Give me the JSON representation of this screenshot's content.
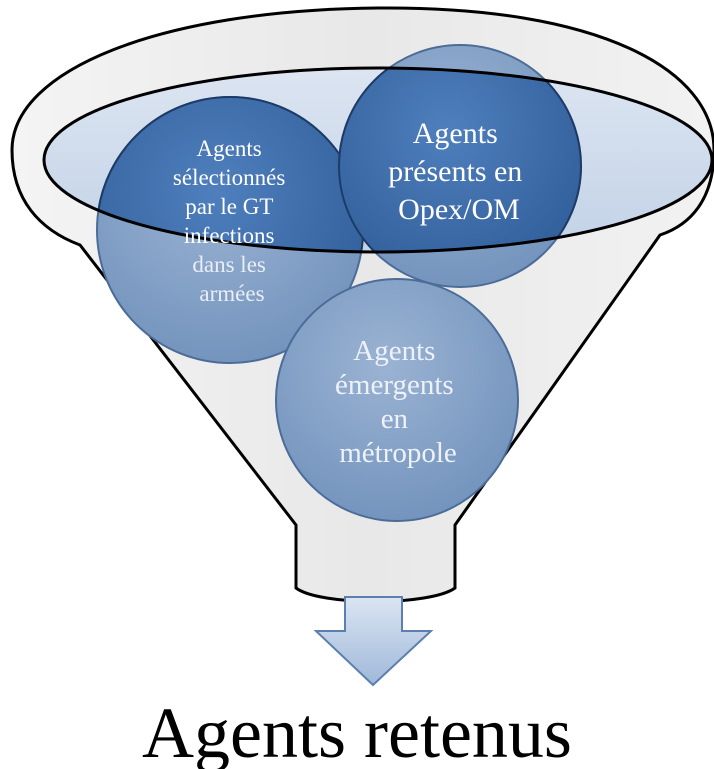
{
  "diagram": {
    "type": "funnel",
    "circles": [
      {
        "id": "selected",
        "lines": [
          "Agents",
          "sélectionnés",
          "par le GT",
          "infections",
          "dans les",
          "armées"
        ]
      },
      {
        "id": "opex",
        "lines": [
          "Agents",
          "présents en",
          "Opex/OM"
        ]
      },
      {
        "id": "emerging",
        "lines": [
          "Agents",
          "émergents",
          "en",
          "métropole"
        ]
      }
    ],
    "result": "Agents retenus"
  },
  "colors": {
    "circle_dark": "#3b6aa6",
    "circle_light": "#7e9dc4",
    "funnel_fill": "#eeeeee",
    "funnel_outline": "#000000",
    "rim_fill": "#cfdaea",
    "arrow_fill": "#b8cbe4",
    "arrow_outline": "#5a7fb0"
  }
}
